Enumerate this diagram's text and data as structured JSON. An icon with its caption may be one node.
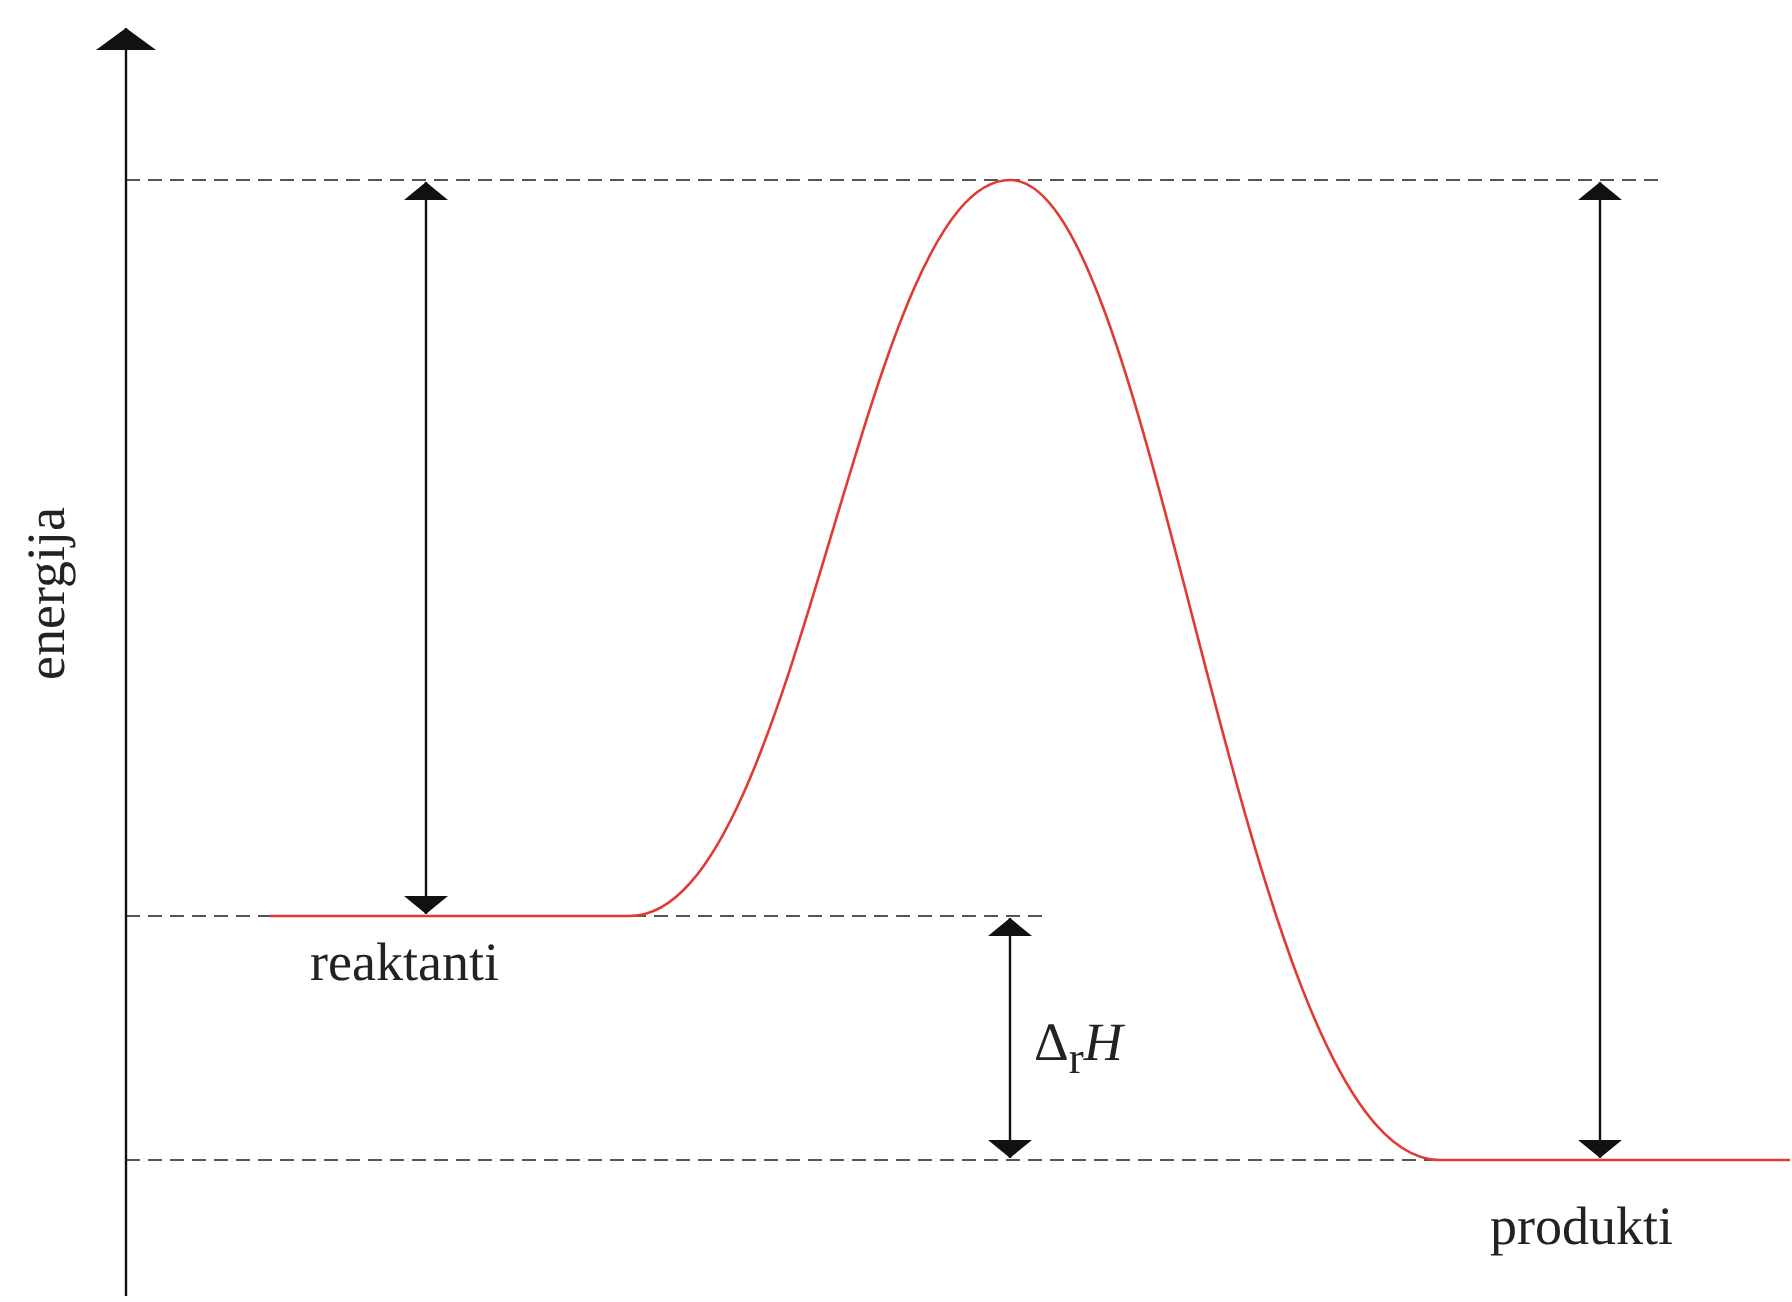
{
  "diagram": {
    "labels": [
      "energija",
      "reaktanti",
      "Δ$_{r}$*H*",
      "produkti"
    ]
  }
}
